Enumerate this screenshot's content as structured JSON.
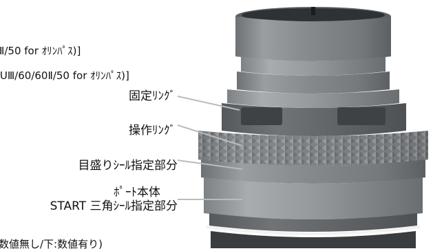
{
  "labels": {
    "line1_cut": "Ⅲ/50 for ｵﾘﾝﾊﾟｽ)]",
    "line2_cut": ")UⅢ/60/60Ⅱ/50 for ｵﾘﾝﾊﾟｽ)]",
    "lock_ring": "固定ﾘﾝｸﾞ",
    "control_ring": "操作ﾘﾝｸﾞ",
    "scale_seal": "目盛りｼｰﾙ指定部分",
    "port_body": "ﾎﾟｰﾄ本体",
    "start_seal": "START 三角ｼｰﾙ指定部分",
    "bottom_cut": "数値無し/下:数値有り)"
  },
  "colors": {
    "background": "#ffffff",
    "body_gray": "#8a8e91",
    "leader_line": "#b9bcbe",
    "text": "#111111"
  }
}
